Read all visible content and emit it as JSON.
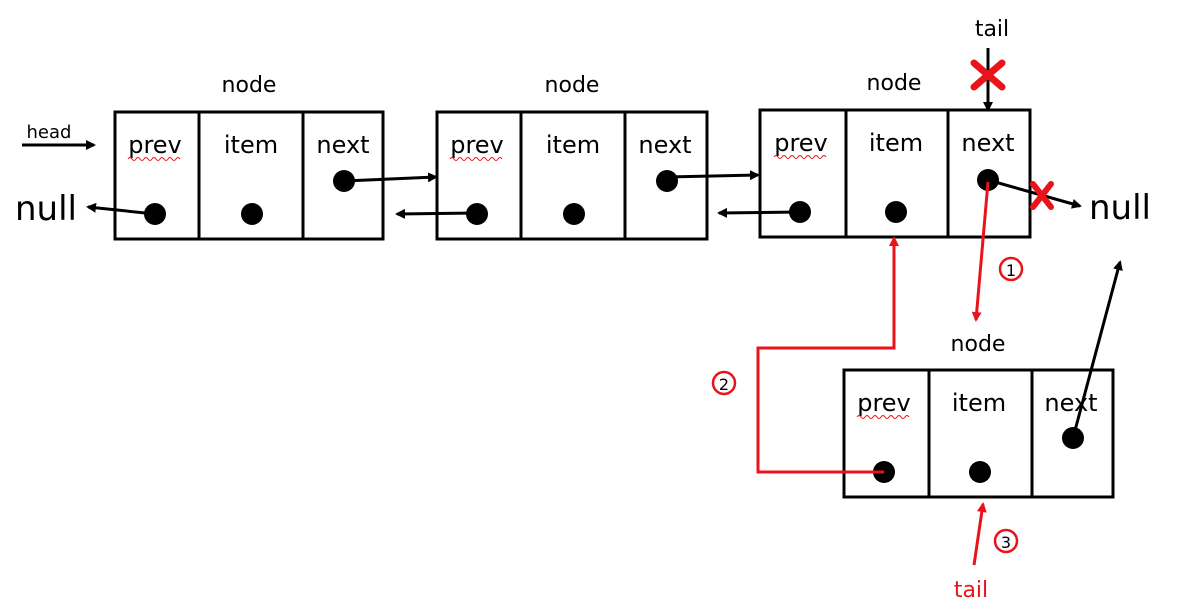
{
  "colors": {
    "stroke": "#000000",
    "accent": "#e8141a",
    "background": "#ffffff"
  },
  "nodes": [
    {
      "label": "node",
      "fields": [
        "prev",
        "item",
        "next"
      ]
    },
    {
      "label": "node",
      "fields": [
        "prev",
        "item",
        "next"
      ]
    },
    {
      "label": "node",
      "fields": [
        "prev",
        "item",
        "next"
      ]
    },
    {
      "label": "node",
      "fields": [
        "prev",
        "item",
        "next"
      ]
    }
  ],
  "head_label": "head",
  "null_left": "null",
  "null_right": "null",
  "old_tail_label": "tail",
  "new_tail_label": "tail",
  "steps": [
    "1",
    "2",
    "3"
  ],
  "removed_marker": "cross"
}
